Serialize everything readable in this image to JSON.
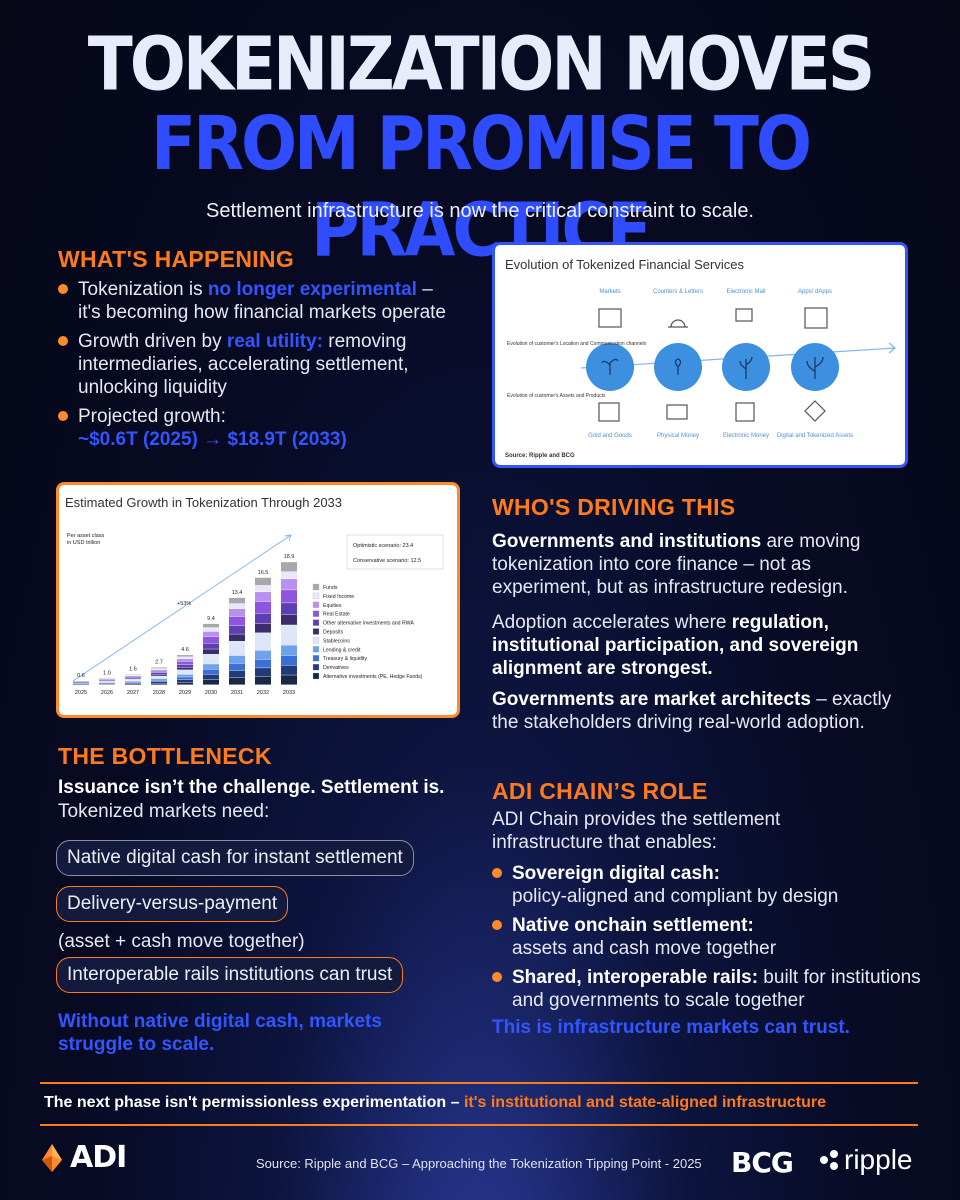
{
  "header": {
    "title_line1": "TOKENIZATION MOVES",
    "title_line2": "FROM PROMISE TO PRACTICE",
    "subtitle": "Settlement infrastructure is now the critical constraint to scale."
  },
  "whats_happening": {
    "heading": "WHAT'S HAPPENING",
    "b1_pre": "Tokenization is ",
    "b1_hl": "no longer experimental",
    "b1_post": " – it's becoming how financial markets operate",
    "b2_pre": "Growth driven by ",
    "b2_hl": "real utility:",
    "b2_post": " removing intermediaries, accelerating settlement, unlocking liquidity",
    "b3_pre": "Projected growth:",
    "b3_hl": "~$0.6T (2025) → $18.9T (2033)"
  },
  "evolution_card": {
    "title": "Evolution of Tokenized Financial Services",
    "top_labels": [
      "Markets",
      "Counters & Letters",
      "Electronic Mail",
      "Apps/ dApps"
    ],
    "bottom_labels": [
      "Gold and Goods",
      "Physical Money",
      "Electronic Money",
      "Digital and Tokenized Assets"
    ],
    "left_label_1": "Evolution of customer's Location and Communication channels",
    "left_label_2": "Evolution of customer's Assets and Products",
    "source": "Source: Ripple and BCG"
  },
  "growth_card": {
    "title": "Estimated Growth in Tokenization Through 2033",
    "unit_line1": "Per asset class",
    "unit_line2": "in USD trillion",
    "optimistic": "Optimistic scenario: 23.4",
    "conservative": "Conservative scenario: 12.5",
    "cagr": "+53%"
  },
  "chart_data": {
    "type": "bar",
    "title": "Estimated Growth in Tokenization Through 2033",
    "ylabel": "Per asset class in USD trillion",
    "categories": [
      "2025",
      "2026",
      "2027",
      "2028",
      "2029",
      "2030",
      "2031",
      "2032",
      "2033"
    ],
    "totals": [
      0.6,
      1.0,
      1.6,
      2.7,
      4.6,
      9.4,
      13.4,
      16.5,
      18.9
    ],
    "total_labels": [
      "0.6",
      "1.0",
      "1.6",
      "2.7",
      "4.6",
      "9.4",
      "13.4",
      "16.5",
      "18.9"
    ],
    "series": [
      {
        "name": "Alternative investments (PE, Hedge Funds)",
        "color": "#1a2848",
        "values": [
          0.1,
          0.1,
          0.15,
          0.25,
          0.4,
          0.8,
          1.1,
          1.3,
          1.5
        ]
      },
      {
        "name": "Derivatives",
        "color": "#233a78",
        "values": [
          0.05,
          0.1,
          0.15,
          0.25,
          0.4,
          0.8,
          1.1,
          1.3,
          1.5
        ]
      },
      {
        "name": "Treasury & liquidity",
        "color": "#3b6fd8",
        "values": [
          0.05,
          0.1,
          0.15,
          0.2,
          0.4,
          0.8,
          1.1,
          1.3,
          1.5
        ]
      },
      {
        "name": "Lending & credit",
        "color": "#6ea2ea",
        "values": [
          0.05,
          0.1,
          0.15,
          0.25,
          0.4,
          0.8,
          1.2,
          1.4,
          1.6
        ]
      },
      {
        "name": "Stablecoins",
        "color": "#dde6f7",
        "values": [
          0.1,
          0.15,
          0.25,
          0.4,
          0.7,
          1.5,
          2.2,
          2.7,
          3.1
        ]
      },
      {
        "name": "Deposits",
        "color": "#3b2c6e",
        "values": [
          0.05,
          0.1,
          0.15,
          0.25,
          0.4,
          0.8,
          1.1,
          1.4,
          1.6
        ]
      },
      {
        "name": "Other alternative investments and RWA",
        "color": "#5c3fb0",
        "values": [
          0.05,
          0.1,
          0.15,
          0.25,
          0.4,
          0.9,
          1.3,
          1.6,
          1.8
        ]
      },
      {
        "name": "Real Estate",
        "color": "#8d55e0",
        "values": [
          0.05,
          0.1,
          0.15,
          0.25,
          0.5,
          1.0,
          1.4,
          1.8,
          2.0
        ]
      },
      {
        "name": "Equities",
        "color": "#b890ef",
        "values": [
          0.03,
          0.05,
          0.1,
          0.2,
          0.4,
          0.8,
          1.2,
          1.5,
          1.7
        ]
      },
      {
        "name": "Fixed Income",
        "color": "#ece6fa",
        "values": [
          0.02,
          0.05,
          0.1,
          0.2,
          0.3,
          0.6,
          0.8,
          1.0,
          1.1
        ]
      },
      {
        "name": "Funds",
        "color": "#a8a8a8",
        "values": [
          0.05,
          0.05,
          0.1,
          0.2,
          0.3,
          0.6,
          0.9,
          1.2,
          1.5
        ]
      }
    ],
    "legend_placement": "right"
  },
  "drivers": {
    "heading": "WHO'S DRIVING THIS",
    "p1_bold": "Governments and institutions",
    "p1_rest": " are moving tokenization into core finance – not as experiment, but as infrastructure redesign.",
    "p2_pre": "Adoption accelerates where ",
    "p2_bold": "regulation, institutional participation, and sovereign alignment are strongest.",
    "p3_bold": "Governments are market architects",
    "p3_rest": " – exactly the stakeholders driving real-world adoption."
  },
  "bottleneck": {
    "heading": "THE BOTTLENECK",
    "lead_bold": "Issuance isn’t the challenge. Settlement is.",
    "lead": "Tokenized markets need:",
    "pill1": "Native digital cash for instant settlement",
    "pill2": "Delivery-versus-payment",
    "pill2_note": "(asset + cash move together)",
    "pill3": "Interoperable rails institutions can trust",
    "closing": "Without native digital cash, markets struggle to scale."
  },
  "adi_role": {
    "heading": "ADI CHAIN’S ROLE",
    "intro": "ADI Chain provides the settlement infrastructure that enables:",
    "b1_bold": "Sovereign digital cash:",
    "b1_rest": "policy-aligned and compliant by design",
    "b2_bold": "Native onchain settlement:",
    "b2_rest": "assets and cash move together",
    "b3_bold": "Shared, interoperable rails:",
    "b3_rest": " built for institutions and governments to scale together",
    "closing": "This is infrastructure markets can trust."
  },
  "footer": {
    "tagline_pre": "The next phase isn't permissionless experimentation – ",
    "tagline_hl": "it's institutional and state-aligned infrastructure",
    "logo": "ADI",
    "source": "Source: Ripple and BCG – Approaching the Tokenization Tipping Point - 2025",
    "bcg": "BCG",
    "ripple": "ripple"
  },
  "colors": {
    "accent_orange": "#ff7a1a",
    "accent_blue": "#3355ff",
    "background": "#070a22"
  }
}
